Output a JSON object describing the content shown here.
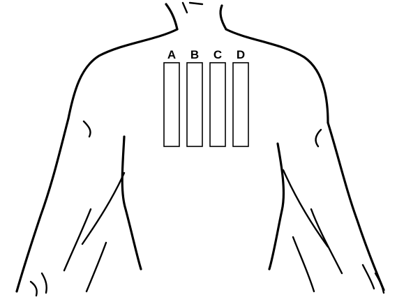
{
  "figure": {
    "subject": "upper back",
    "line_color": "#000000",
    "background": "#ffffff"
  },
  "sites": [
    {
      "label": "A"
    },
    {
      "label": "B"
    },
    {
      "label": "C"
    },
    {
      "label": "D"
    }
  ]
}
